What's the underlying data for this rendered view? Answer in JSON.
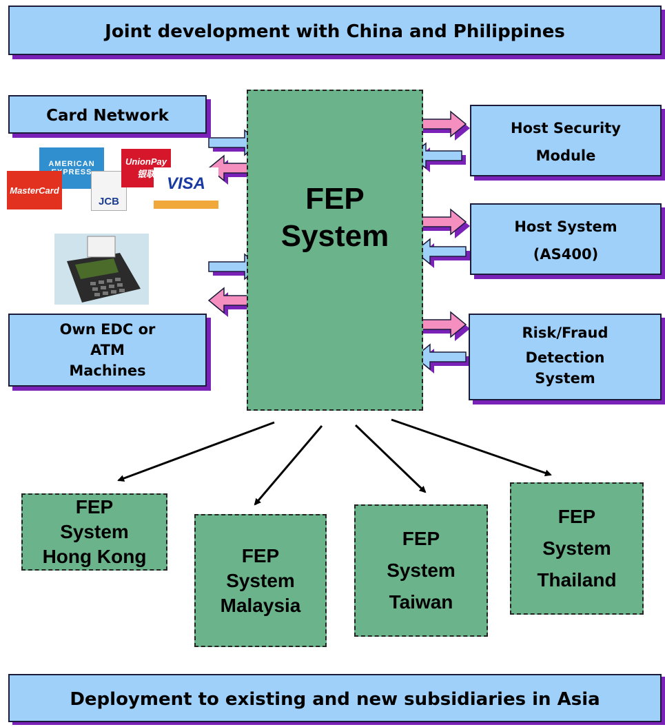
{
  "banner_top": "Joint development with China and Philippines",
  "banner_bottom": "Deployment to existing and new subsidiaries in Asia",
  "card_network": "Card Network",
  "own_edc": {
    "line1": "Own EDC or",
    "line2": "ATM",
    "line3": "Machines"
  },
  "fep_center": {
    "line1": "FEP",
    "line2": "System"
  },
  "host_security": {
    "line1": "Host Security",
    "line2": "Module"
  },
  "host_system": {
    "line1": "Host System",
    "line2": "(AS400)"
  },
  "risk_fraud": {
    "line1": "Risk/Fraud",
    "line2": "Detection",
    "line3": "System"
  },
  "subsidiaries": [
    {
      "line1": "FEP",
      "line2": "System",
      "line3": "Hong Kong"
    },
    {
      "line1": "FEP",
      "line2": "System",
      "line3": "Malaysia"
    },
    {
      "line1": "FEP",
      "line2": "System",
      "line3": "Taiwan"
    },
    {
      "line1": "FEP",
      "line2": "System",
      "line3": "Thailand"
    }
  ],
  "card_logos": {
    "amex": {
      "line1": "AMERICAN",
      "line2": "EXPRESS"
    },
    "mastercard": "MasterCard",
    "jcb": "JCB",
    "unionpay": {
      "line1": "UnionPay",
      "line2": "银联"
    },
    "visa": "VISA"
  },
  "colors": {
    "blue_box": "#9fd0fa",
    "shadow": "#7a22b8",
    "green_box": "#6bb38b",
    "arrow_pink": "#f48fc0",
    "arrow_blue": "#9fd0fa"
  }
}
